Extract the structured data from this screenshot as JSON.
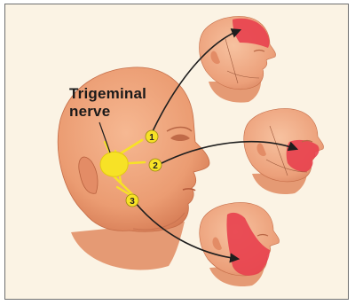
{
  "title_line1": "Trigeminal",
  "title_line2": "nerve",
  "branches": [
    {
      "number": "1",
      "region_color": "#e8404e"
    },
    {
      "number": "2",
      "region_color": "#e8404e"
    },
    {
      "number": "3",
      "region_color": "#e8404e"
    }
  ],
  "colors": {
    "background": "#fbf3e4",
    "skin": "#f0a37a",
    "skin_shadow": "#d87e58",
    "nerve": "#f7e226",
    "region": "#e8404e",
    "arrow": "#1e1e1e"
  }
}
